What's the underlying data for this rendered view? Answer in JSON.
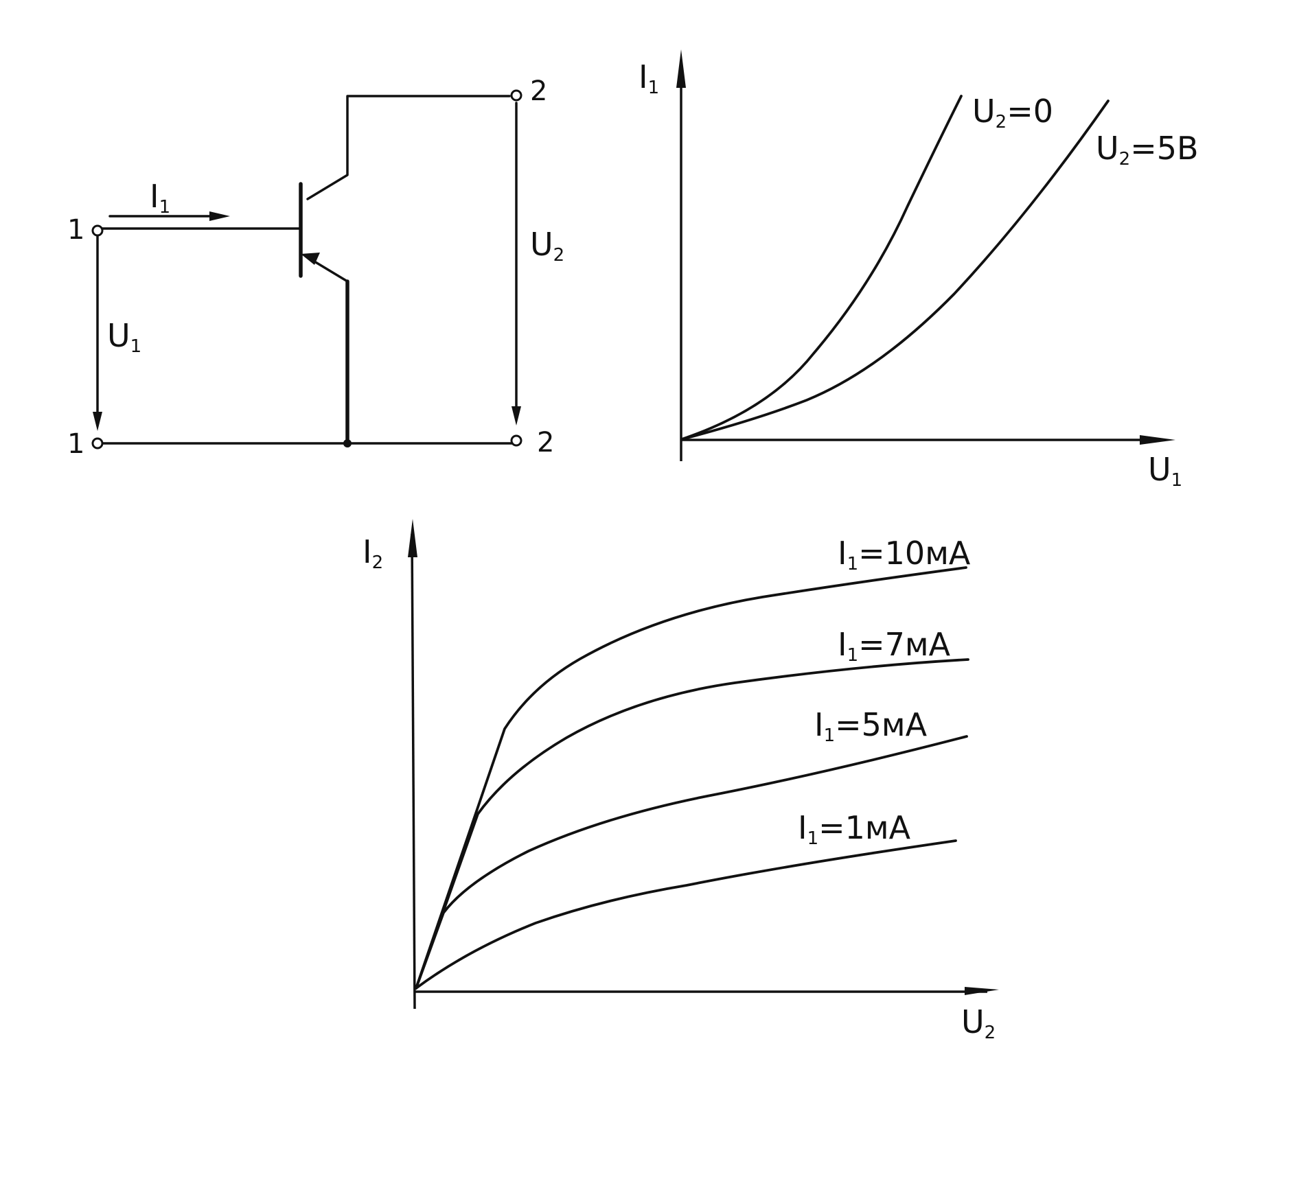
{
  "circuit": {
    "input_terminal_top": "1",
    "input_terminal_bottom": "1",
    "output_terminal_top": "2",
    "output_terminal_bottom": "2",
    "input_current": {
      "symbol": "I",
      "sub": "1"
    },
    "input_voltage": {
      "symbol": "U",
      "sub": "1"
    },
    "output_voltage": {
      "symbol": "U",
      "sub": "2"
    }
  },
  "input_chart": {
    "y_axis": {
      "symbol": "I",
      "sub": "1"
    },
    "x_axis": {
      "symbol": "U",
      "sub": "1"
    },
    "curves": [
      {
        "symbol": "U",
        "sub": "2",
        "value": "=0"
      },
      {
        "symbol": "U",
        "sub": "2",
        "value": "=5B"
      }
    ]
  },
  "output_chart": {
    "y_axis": {
      "symbol": "I",
      "sub": "2"
    },
    "x_axis": {
      "symbol": "U",
      "sub": "2"
    },
    "curves": [
      {
        "symbol": "I",
        "sub": "1",
        "value": "=10мА"
      },
      {
        "symbol": "I",
        "sub": "1",
        "value": "=7мА"
      },
      {
        "symbol": "I",
        "sub": "1",
        "value": "=5мА"
      },
      {
        "symbol": "I",
        "sub": "1",
        "value": "=1мА"
      }
    ]
  }
}
